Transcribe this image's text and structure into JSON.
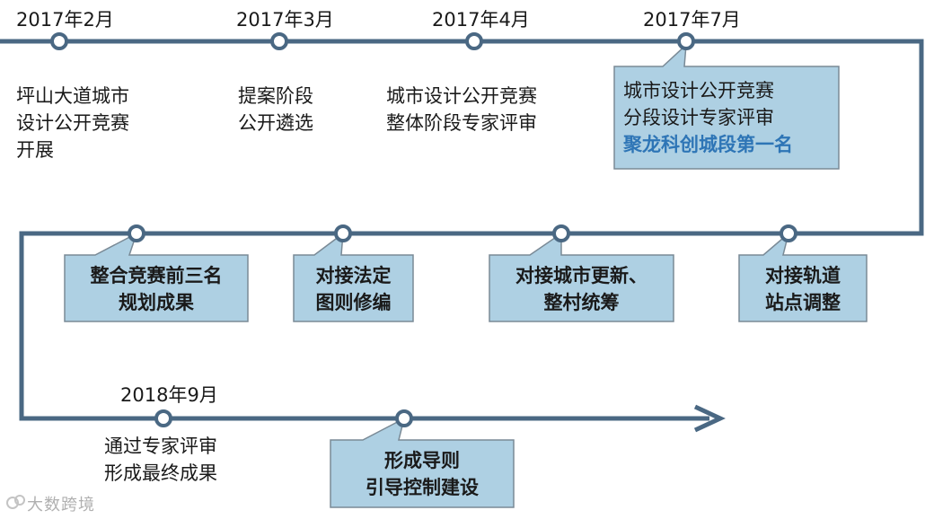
{
  "milestones": {
    "m1": {
      "date": "2017年2月",
      "lines": [
        "坪山大道城市",
        "设计公开竞赛",
        "开展"
      ]
    },
    "m2": {
      "date": "2017年3月",
      "lines": [
        "提案阶段",
        "公开遴选"
      ]
    },
    "m3": {
      "date": "2017年4月",
      "lines": [
        "城市设计公开竞赛",
        "整体阶段专家评审"
      ]
    },
    "m4": {
      "date": "2017年7月",
      "lines": [
        "城市设计公开竞赛",
        "分段设计专家评审"
      ],
      "highlight": "聚龙科创城段第一名"
    },
    "m5": {
      "lines": [
        "对接轨道",
        "站点调整"
      ]
    },
    "m6": {
      "lines": [
        "对接城市更新、",
        "整村统筹"
      ]
    },
    "m7": {
      "lines": [
        "对接法定",
        "图则修编"
      ]
    },
    "m8": {
      "lines": [
        "整合竞赛前三名",
        "规划成果"
      ]
    },
    "m9": {
      "date": "2018年9月",
      "lines": [
        "通过专家评审",
        "形成最终成果"
      ]
    },
    "m10": {
      "lines": [
        "形成导则",
        "引导控制建设"
      ]
    }
  },
  "watermark": "大数跨境",
  "colors": {
    "line": "#4a6883",
    "box_fill": "#aed0e3",
    "box_border": "#7a8a96",
    "highlight": "#2e75b6"
  }
}
